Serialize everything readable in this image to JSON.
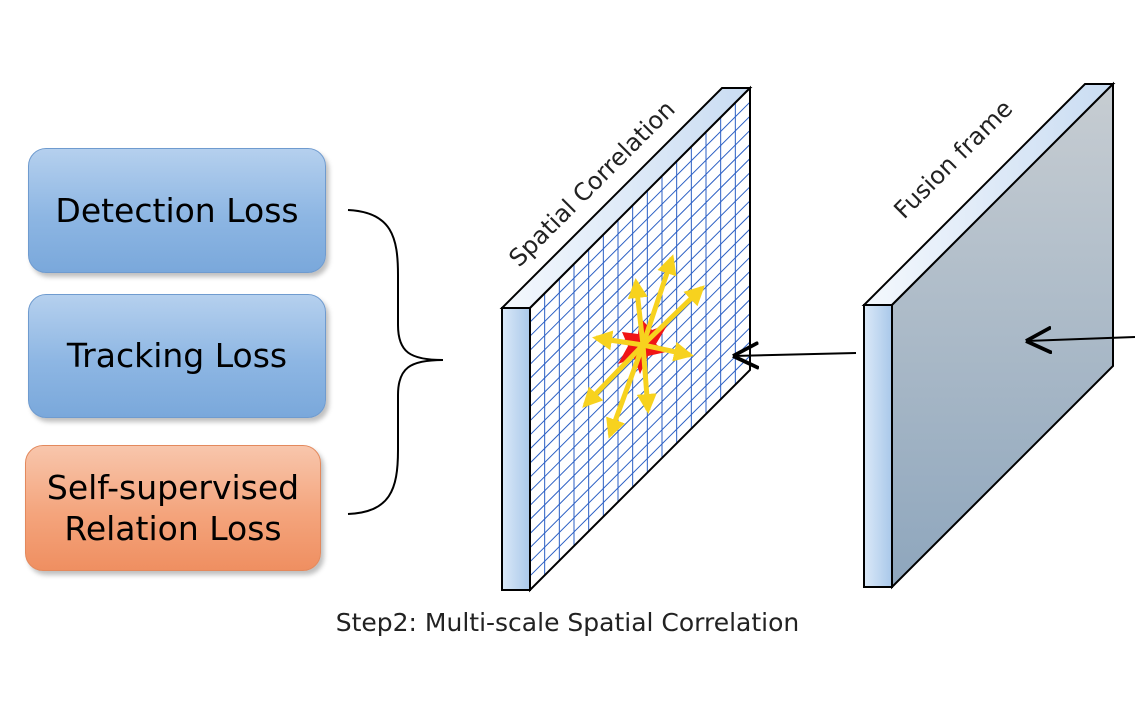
{
  "losses": {
    "detection": "Detection Loss",
    "tracking": "Tracking Loss",
    "self_supervised_line1": "Self-supervised",
    "self_supervised_line2": "Relation Loss"
  },
  "panels": {
    "spatial_correlation": "Spatial Correlation",
    "fusion_frame": "Fusion frame"
  },
  "caption": {
    "bold": "Step2",
    "rest": ": Multi-scale Spatial Correlation"
  },
  "colors": {
    "loss_blue": "#8db6e3",
    "loss_orange": "#f4a47c",
    "grid_line": "#2b5fc4",
    "arrow_yellow": "#f7d21e",
    "center_red": "#f01414"
  }
}
